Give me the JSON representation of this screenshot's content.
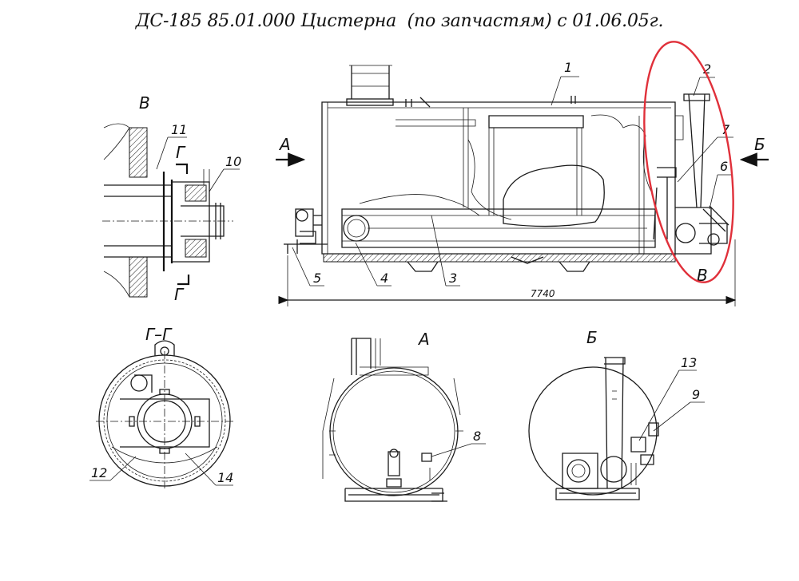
{
  "title": "ДС-185 85.01.000 Цистерна  (по запчастям) с 01.06.05г.",
  "views": {
    "detail_v": "В",
    "section_gg": "Г–Г",
    "view_a": "А",
    "view_b": "Б",
    "arrow_a": "А",
    "arrow_b": "Б",
    "cut_marker_top": "Г",
    "cut_marker_bottom": "Г",
    "detail_callout": "В"
  },
  "dimension": "7740",
  "callouts": {
    "p1": "1",
    "p2": "2",
    "p3": "3",
    "p4": "4",
    "p5": "5",
    "p6": "6",
    "p7": "7",
    "p8": "8",
    "p9": "9",
    "p10": "10",
    "p11": "11",
    "p12": "12",
    "p13": "13",
    "p14": "14"
  },
  "highlight_color": "#e0303a"
}
